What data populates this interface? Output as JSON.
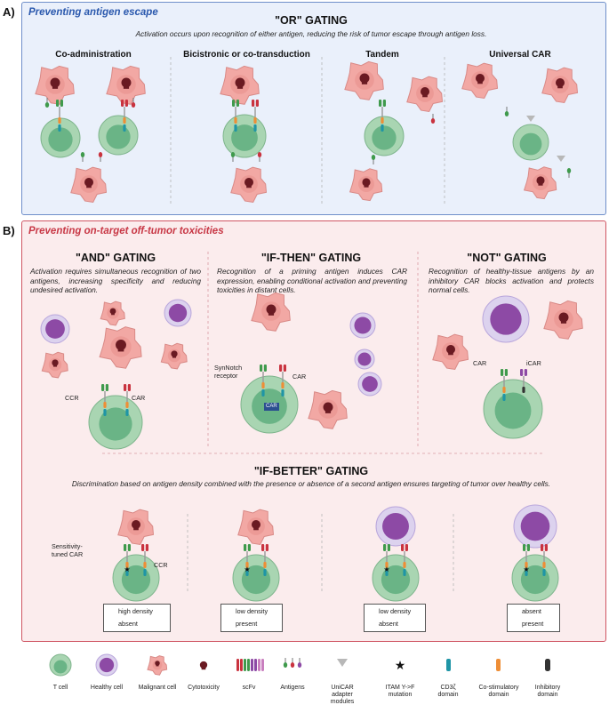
{
  "sections": {
    "a_label": "A)",
    "b_label": "B)"
  },
  "panel_a": {
    "title": "Preventing antigen escape",
    "gate_title": "\"OR\" GATING",
    "description": "Activation occurs upon recognition of either antigen, reducing the risk of tumor escape through antigen loss.",
    "subpanels": [
      "Co-administration",
      "Bicistronic or co-transduction",
      "Tandem",
      "Universal CAR"
    ]
  },
  "panel_b": {
    "title": "Preventing on-target off-tumor toxicities",
    "and": {
      "title": "\"AND\" GATING",
      "description": "Activation requires simultaneous recognition of two antigens, increasing specificity and reducing undesired activation.",
      "label_ccr": "CCR",
      "label_car": "CAR"
    },
    "if_then": {
      "title": "\"IF-THEN\" GATING",
      "description": "Recognition of a priming antigen induces CAR expression, enabling conditional activation and preventing toxicities in distant cells.",
      "label_synnotch": "SynNotch receptor",
      "label_car": "CAR",
      "label_gene": "CAR"
    },
    "not": {
      "title": "\"NOT\" GATING",
      "description": "Recognition of healthy-tissue antigens by an inhibitory CAR blocks activation and protects normal cells.",
      "label_car": "CAR",
      "label_icar": "iCAR"
    },
    "if_better": {
      "title": "\"IF-BETTER\" GATING",
      "description": "Discrimination based on antigen density combined with the presence or absence of a second antigen ensures  targeting of tumor over healthy cells.",
      "label_tuned": "Sensitivity-tuned CAR",
      "label_ccr": "CCR",
      "scenarios": [
        {
          "green": "high density",
          "red": "absent"
        },
        {
          "green": "low density",
          "red": "present"
        },
        {
          "green": "low density",
          "red": "absent"
        },
        {
          "green": "absent",
          "red": "present"
        }
      ]
    }
  },
  "legend": [
    {
      "icon": "t-cell-icon",
      "label": "T cell"
    },
    {
      "icon": "healthy-cell-icon",
      "label": "Healthy cell"
    },
    {
      "icon": "malignant-cell-icon",
      "label": "Malignant cell"
    },
    {
      "icon": "skull-icon",
      "label": "Cytotoxicity"
    },
    {
      "icon": "scfv-icon",
      "label": "scFv"
    },
    {
      "icon": "antigens-icon",
      "label": "Antigens"
    },
    {
      "icon": "adapter-icon",
      "label": "UniCAR adapter modules"
    },
    {
      "icon": "star-icon",
      "label": "ITAM Y->F mutation"
    },
    {
      "icon": "cd3z-icon",
      "label": "CD3ζ domain"
    },
    {
      "icon": "costim-icon",
      "label": "Co-stimulatory domain"
    },
    {
      "icon": "inhibitory-icon",
      "label": "Inhibitory domain"
    }
  ],
  "colors": {
    "panel_a_bg": "#eaf0fb",
    "panel_a_border": "#6f8fca",
    "panel_b_bg": "#fbeced",
    "panel_b_border": "#cf5563",
    "t_cell": "#a9d5b2",
    "t_nucleus": "#5fae7e",
    "tumor": "#f2a8a4",
    "healthy": "#8d4aa5",
    "antigen_green": "#3f9a4c",
    "antigen_red": "#c9333f",
    "cd3z": "#1f95a6",
    "costim": "#ee8e36",
    "inhibitory": "#333333"
  }
}
